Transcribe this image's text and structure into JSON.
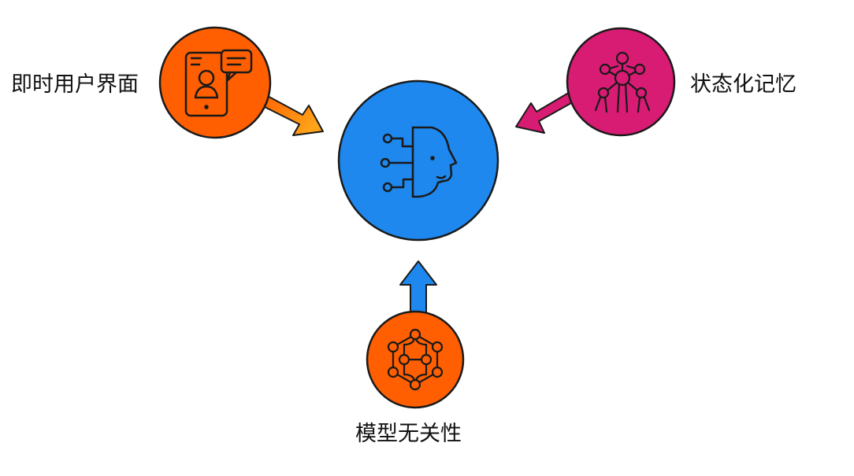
{
  "nodes": {
    "instant_ui": {
      "label": "即时用户界面",
      "icon": "tablet-chat-icon",
      "color": "#ff5f00"
    },
    "stateful_memory": {
      "label": "状态化记忆",
      "icon": "molecule-network-icon",
      "color": "#d81b73"
    },
    "model_agnostic": {
      "label": "模型无关性",
      "icon": "network-hexagon-icon",
      "color": "#ff5f00"
    },
    "center": {
      "icon": "ai-head-icon",
      "color": "#1e88ee"
    }
  },
  "colors": {
    "outline": "#1a1a1a",
    "arrow_left_start": "#ff5f00",
    "arrow_left_end": "#ffa41a",
    "arrow_right": "#d81b73",
    "arrow_bottom": "#1e88ee"
  }
}
